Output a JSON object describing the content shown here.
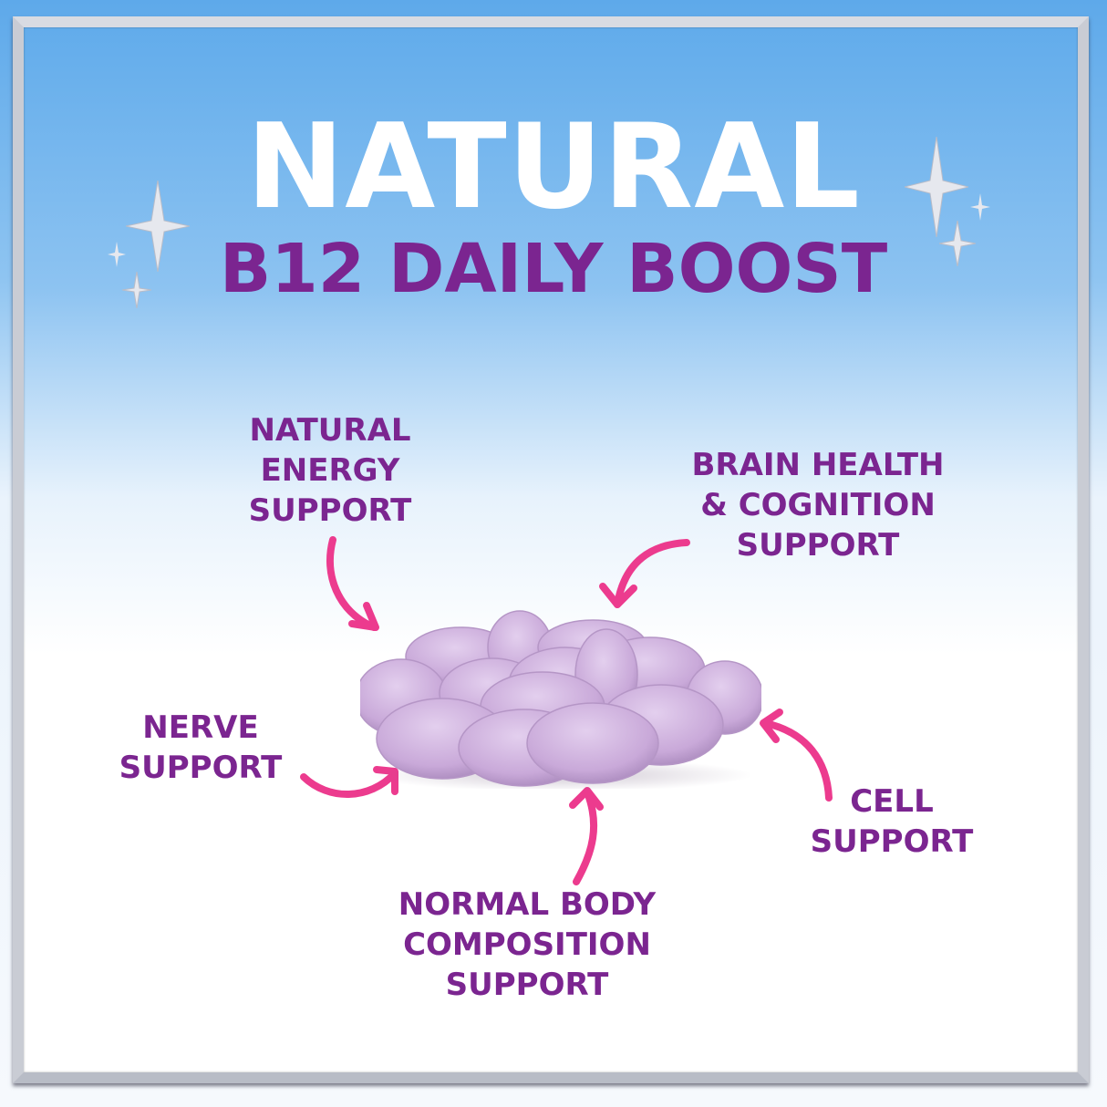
{
  "header": {
    "title": "NATURAL",
    "subtitle": "B12 DAILY BOOST"
  },
  "colors": {
    "title": "#ffffff",
    "label": "#7b2590",
    "arrow": "#ec3b8e",
    "sky": "#62aceb",
    "tablet": "#c9a9d9"
  },
  "benefits": {
    "energy": {
      "lines": [
        "NATURAL",
        "ENERGY",
        "SUPPORT"
      ]
    },
    "brain": {
      "lines": [
        "BRAIN HEALTH",
        "& COGNITION",
        "SUPPORT"
      ]
    },
    "nerve": {
      "lines": [
        "NERVE",
        "SUPPORT"
      ]
    },
    "cell": {
      "lines": [
        "CELL",
        "SUPPORT"
      ]
    },
    "body": {
      "lines": [
        "NORMAL BODY",
        "COMPOSITION",
        "SUPPORT"
      ]
    }
  },
  "image": {
    "subject": "pile of lavender B12 tablets"
  }
}
